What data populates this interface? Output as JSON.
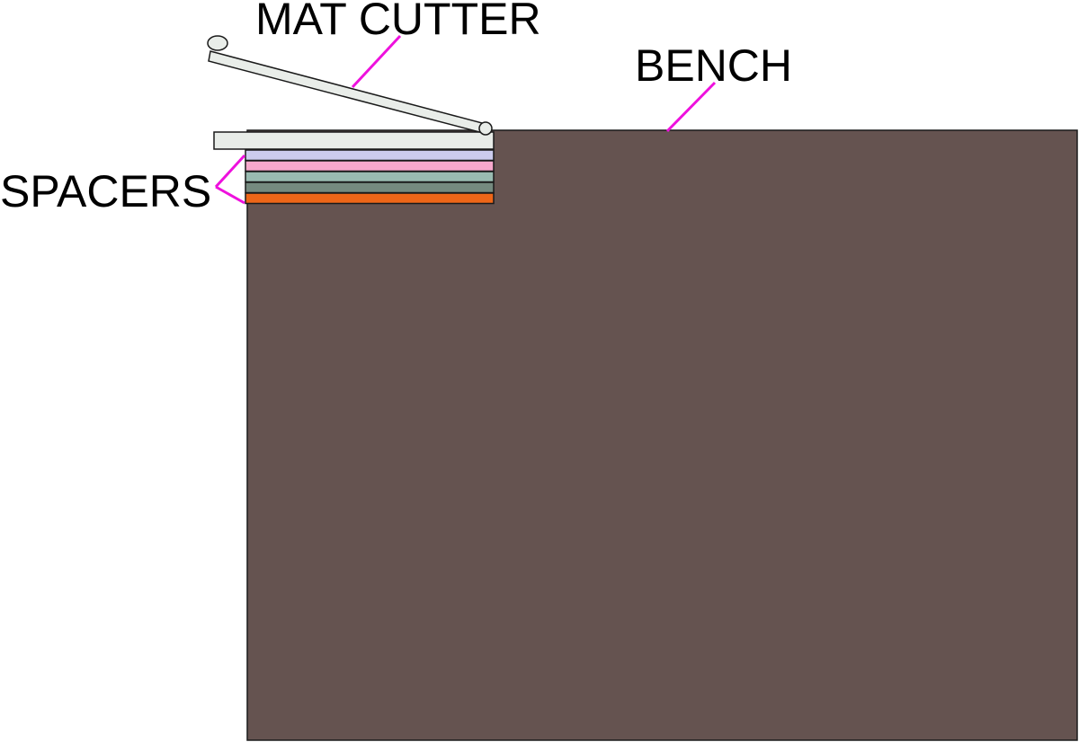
{
  "labels": {
    "mat_cutter": "MAT CUTTER",
    "bench": "BENCH",
    "spacers": "SPACERS"
  },
  "colors": {
    "bench": "#655350",
    "cutter_base": "#e8ece8",
    "arm": "#e9ede9",
    "leader": "#ee11dd",
    "spacer_colors": [
      "#ccccee",
      "#f7a8cc",
      "#99bbb1",
      "#758a7f",
      "#ee6618"
    ]
  },
  "parts": {
    "bench": "bench-block",
    "cutter": "mat-cutter",
    "spacer_count": 5
  }
}
